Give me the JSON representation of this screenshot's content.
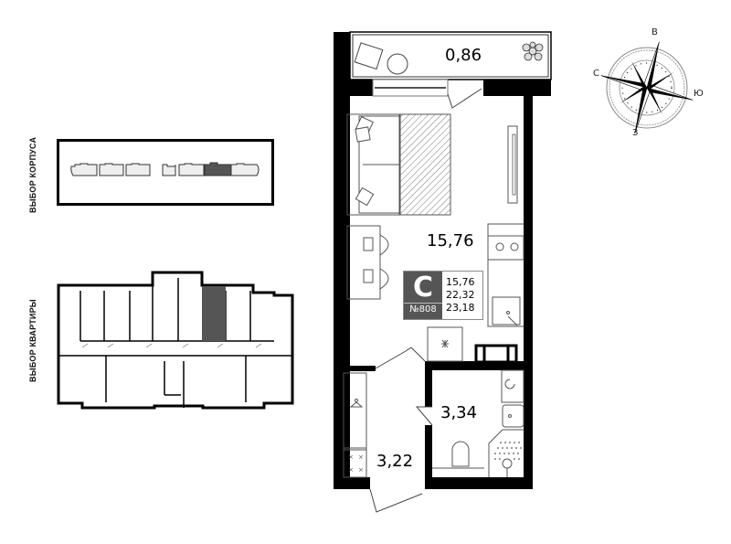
{
  "selectors": {
    "building_label": "ВЫБОР КОРПУСА",
    "apartment_label": "ВЫБОР КВАРТИРЫ",
    "buildings": [
      {
        "index": 1,
        "selected": false
      },
      {
        "index": 2,
        "selected": false
      },
      {
        "index": 3,
        "selected": false
      },
      {
        "index": 4,
        "selected": false
      },
      {
        "index": 5,
        "selected": false
      },
      {
        "index": 6,
        "selected": true
      },
      {
        "index": 7,
        "selected": false
      }
    ]
  },
  "apartment": {
    "type_letter": "C",
    "number": "№808",
    "areas": {
      "living": "15,76",
      "total": "22,32",
      "total_with_balcony": "23,18"
    },
    "rooms": {
      "balcony": "0,86",
      "main_room": "15,76",
      "bathroom": "3,34",
      "hallway": "3,22"
    }
  },
  "compass": {
    "north": "С",
    "east": "В",
    "south": "Ю",
    "west": "З"
  },
  "colors": {
    "selected_fill": "#555555",
    "unselected_fill": "#eeeeee",
    "wall": "#000000"
  }
}
